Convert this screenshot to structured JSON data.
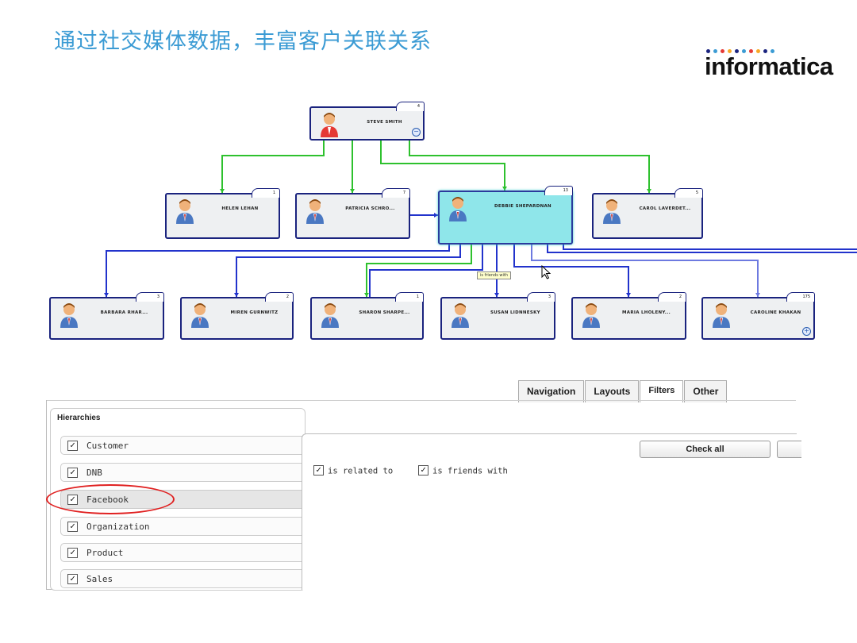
{
  "slide": {
    "title": "通过社交媒体数据，丰富客户关联关系"
  },
  "logo": {
    "word": "informatica",
    "dot_colors": [
      "#1a237e",
      "#3b9bd4",
      "#e53935",
      "#f9a825",
      "#1a237e",
      "#3b9bd4",
      "#e53935",
      "#f9a825",
      "#1a237e",
      "#3b9bd4"
    ]
  },
  "colors": {
    "green_link": "#2ec12e",
    "blue_link": "#2233cc",
    "node_border": "#1a237e",
    "focus_fill": "#8fe6ea"
  },
  "graph": {
    "root": {
      "name": "STEVE SMITH",
      "count": "4"
    },
    "level1": [
      {
        "name": "HELEN LEHAN",
        "count": "1"
      },
      {
        "name": "PATRICIA SCHRO...",
        "count": "7"
      },
      {
        "name": "DEBBIE SHEPARDNAN",
        "count": "13"
      },
      {
        "name": "CAROL LAVERDET...",
        "count": "5"
      }
    ],
    "level2": [
      {
        "name": "BARBARA RHAR...",
        "count": "3"
      },
      {
        "name": "MIREN GURNWITZ",
        "count": "2"
      },
      {
        "name": "SHARON SHARPE...",
        "count": "1"
      },
      {
        "name": "SUSAN LIDNNESKY",
        "count": "3"
      },
      {
        "name": "MARIA LHOLENY...",
        "count": "2"
      },
      {
        "name": "CAROLINE KHAKAN",
        "count": "175"
      }
    ],
    "tooltip": "is friends with"
  },
  "panel": {
    "tabs": [
      "Navigation",
      "Layouts",
      "Filters",
      "Other"
    ],
    "active_tab": "Filters",
    "hierarchies_title": "Hierarchies",
    "hierarchies": [
      {
        "label": "Customer",
        "checked": true
      },
      {
        "label": "DNB",
        "checked": true
      },
      {
        "label": "Facebook",
        "checked": true
      },
      {
        "label": "Organization",
        "checked": true
      },
      {
        "label": "Product",
        "checked": true
      },
      {
        "label": "Sales",
        "checked": true
      }
    ],
    "check_all": "Check all",
    "relations": [
      {
        "label": "is related to",
        "checked": true
      },
      {
        "label": "is friends with",
        "checked": true
      }
    ]
  }
}
